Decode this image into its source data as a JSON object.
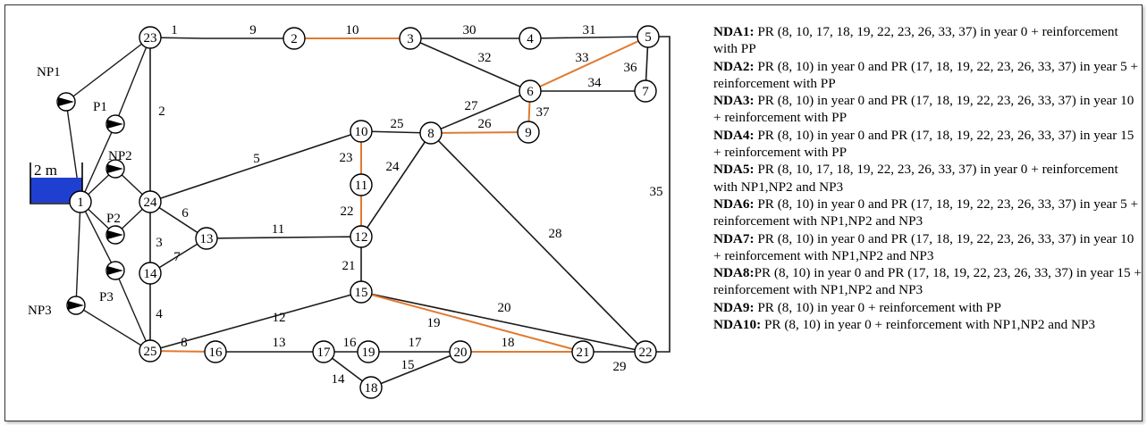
{
  "colors": {
    "pipe": "#1a1a1a",
    "reinforced_pipe": "#e07a30",
    "water": "#1f3fd0",
    "node_fill": "#ffffff"
  },
  "reservoir": {
    "label": "2 m",
    "node": "1"
  },
  "nodes": [
    "1",
    "2",
    "3",
    "4",
    "5",
    "6",
    "7",
    "8",
    "9",
    "10",
    "11",
    "12",
    "13",
    "14",
    "15",
    "16",
    "17",
    "18",
    "19",
    "20",
    "21",
    "22",
    "23",
    "24",
    "25"
  ],
  "pipes": [
    {
      "id": "1",
      "from": "23",
      "to": "1",
      "reinforced": false
    },
    {
      "id": "9",
      "from": "1",
      "to": "2",
      "reinforced": false
    },
    {
      "id": "10",
      "from": "2",
      "to": "3",
      "reinforced": true
    },
    {
      "id": "30",
      "from": "3",
      "to": "4",
      "reinforced": false
    },
    {
      "id": "31",
      "from": "4",
      "to": "5",
      "reinforced": false
    },
    {
      "id": "32",
      "from": "3",
      "to": "6",
      "reinforced": false
    },
    {
      "id": "33",
      "from": "6",
      "to": "5",
      "reinforced": true
    },
    {
      "id": "34",
      "from": "6",
      "to": "7",
      "reinforced": false
    },
    {
      "id": "36",
      "from": "5",
      "to": "7",
      "reinforced": false
    },
    {
      "id": "27",
      "from": "8",
      "to": "6",
      "reinforced": false
    },
    {
      "id": "37",
      "from": "6",
      "to": "9",
      "reinforced": true
    },
    {
      "id": "25",
      "from": "10",
      "to": "8",
      "reinforced": false
    },
    {
      "id": "26",
      "from": "8",
      "to": "9",
      "reinforced": true
    },
    {
      "id": "2",
      "from": "23",
      "to": "24",
      "reinforced": false
    },
    {
      "id": "5",
      "from": "24",
      "to": "10",
      "reinforced": false
    },
    {
      "id": "23",
      "from": "10",
      "to": "11",
      "reinforced": true
    },
    {
      "id": "22",
      "from": "11",
      "to": "12",
      "reinforced": true
    },
    {
      "id": "24",
      "from": "8",
      "to": "12",
      "reinforced": false
    },
    {
      "id": "28",
      "from": "8",
      "to": "22",
      "reinforced": false
    },
    {
      "id": "35",
      "from": "5",
      "to": "22",
      "reinforced": false
    },
    {
      "id": "6",
      "from": "24",
      "to": "13",
      "reinforced": false
    },
    {
      "id": "11",
      "from": "13",
      "to": "12",
      "reinforced": false
    },
    {
      "id": "3",
      "from": "24",
      "to": "14",
      "reinforced": false
    },
    {
      "id": "7",
      "from": "14",
      "to": "13",
      "reinforced": false
    },
    {
      "id": "21",
      "from": "12",
      "to": "15",
      "reinforced": false
    },
    {
      "id": "4",
      "from": "14",
      "to": "25",
      "reinforced": false
    },
    {
      "id": "12",
      "from": "25",
      "to": "15",
      "reinforced": false
    },
    {
      "id": "20",
      "from": "15",
      "to": "22",
      "reinforced": false
    },
    {
      "id": "19",
      "from": "15",
      "to": "21",
      "reinforced": true
    },
    {
      "id": "8",
      "from": "25",
      "to": "16",
      "reinforced": true
    },
    {
      "id": "13",
      "from": "16",
      "to": "17",
      "reinforced": false
    },
    {
      "id": "16",
      "from": "17",
      "to": "19",
      "reinforced": false
    },
    {
      "id": "17",
      "from": "19",
      "to": "20",
      "reinforced": false
    },
    {
      "id": "15",
      "from": "18",
      "to": "20",
      "reinforced": false
    },
    {
      "id": "14",
      "from": "17",
      "to": "18",
      "reinforced": false
    },
    {
      "id": "18",
      "from": "20",
      "to": "21",
      "reinforced": true
    },
    {
      "id": "29",
      "from": "21",
      "to": "22",
      "reinforced": false
    }
  ],
  "pumps": [
    {
      "label": "NP1",
      "from": "1",
      "to": "23"
    },
    {
      "label": "P1",
      "from": "1",
      "to": "23"
    },
    {
      "label": "NP2",
      "from": "1",
      "to": "24"
    },
    {
      "label": "P2",
      "from": "1",
      "to": "24"
    },
    {
      "label": "P3",
      "from": "1",
      "to": "25"
    },
    {
      "label": "NP3",
      "from": "1",
      "to": "25"
    }
  ],
  "legend": [
    {
      "key": "NDA1:",
      "text": " PR (8, 10, 17, 18, 19, 22, 23, 26, 33, 37) in year 0 + reinforcement with PP"
    },
    {
      "key": "NDA2:",
      "text": " PR (8, 10) in year 0 and PR (17, 18, 19, 22, 23, 26, 33, 37) in year 5 + reinforcement with PP"
    },
    {
      "key": "NDA3:",
      "text": " PR (8, 10) in year 0 and PR (17, 18, 19, 22, 23, 26, 33, 37) in year 10 + reinforcement with PP"
    },
    {
      "key": "NDA4:",
      "text": " PR (8, 10) in year 0 and PR (17, 18, 19, 22, 23, 26, 33, 37) in year 15 + reinforcement with PP"
    },
    {
      "key": "NDA5:",
      "text": " PR (8, 10, 17, 18, 19, 22, 23, 26, 33, 37) in year 0 + reinforcement with NP1,NP2 and NP3"
    },
    {
      "key": "NDA6:",
      "text": " PR (8, 10) in year 0 and PR (17, 18, 19, 22, 23, 26, 33, 37) in year 5 + reinforcement with NP1,NP2 and NP3"
    },
    {
      "key": "NDA7:",
      "text": " PR (8, 10) in year 0 and PR (17, 18, 19, 22, 23, 26, 33, 37) in year 10 + reinforcement with NP1,NP2 and NP3"
    },
    {
      "key": "NDA8:",
      "text": "PR (8, 10) in year 0 and PR (17, 18, 19, 22, 23, 26, 33, 37) in year 15 + reinforcement with NP1,NP2 and NP3"
    },
    {
      "key": "NDA9:",
      "text": " PR (8, 10) in year 0 + reinforcement with PP"
    },
    {
      "key": "NDA10:",
      "text": " PR (8, 10) in year 0 + reinforcement with NP1,NP2 and NP3"
    }
  ]
}
